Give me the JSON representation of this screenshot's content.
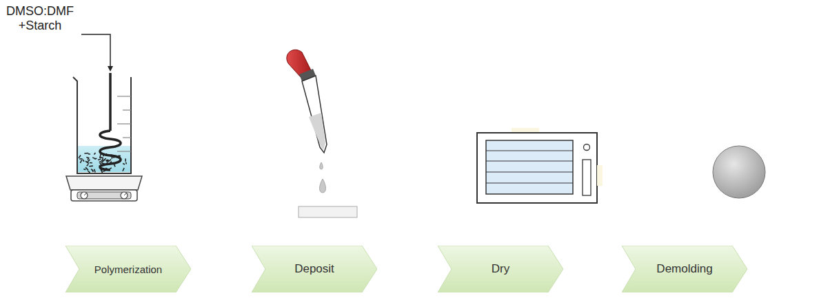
{
  "diagram": {
    "nodes": [
      {
        "text": [
          "Polymerization"
        ]
      },
      {
        "text": [
          "Deposit"
        ]
      },
      {
        "text": [
          "Dry"
        ]
      },
      {
        "text": [
          "Demolding"
        ]
      }
    ],
    "labels": [
      "DMSO:DMF +Starch"
    ]
  }
}
